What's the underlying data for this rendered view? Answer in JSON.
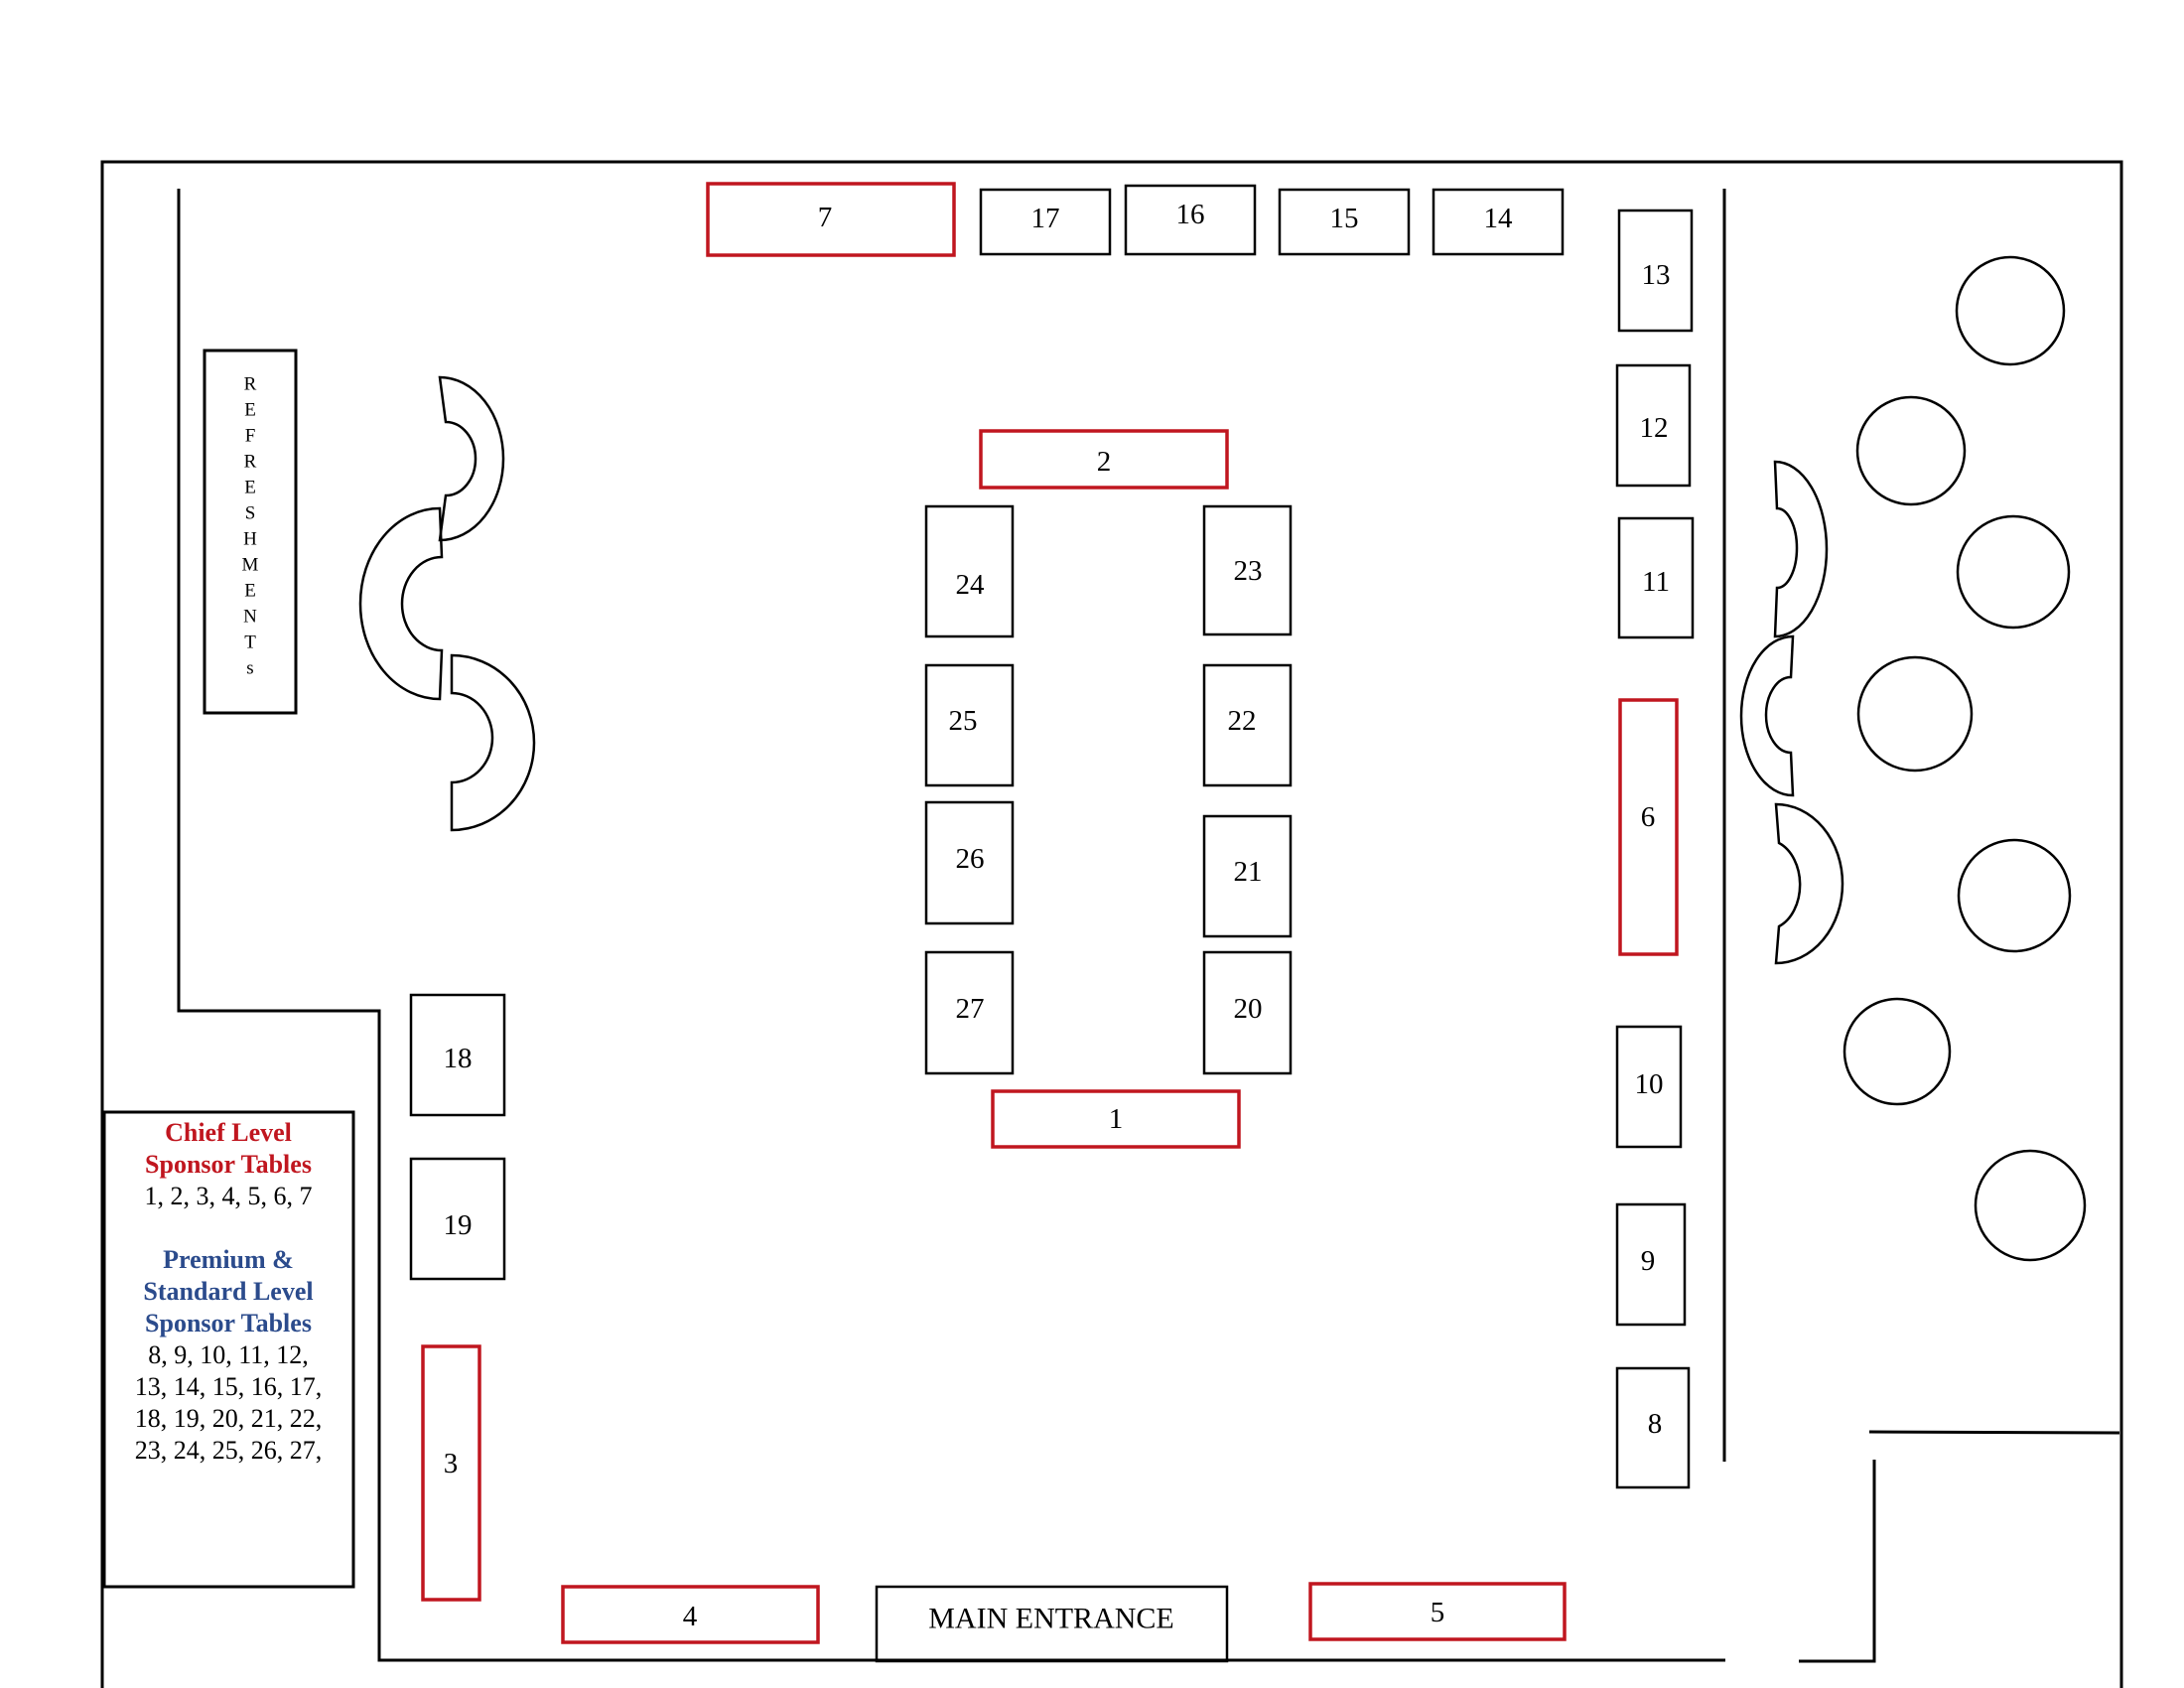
{
  "legend": {
    "chief_title_1": "Chief Level",
    "chief_title_2": "Sponsor Tables",
    "chief_tables": "1, 2, 3, 4, 5, 6, 7",
    "premium_title_1": "Premium &",
    "premium_title_2": "Standard Level",
    "premium_title_3": "Sponsor Tables",
    "premium_tables_1": "8, 9, 10, 11, 12,",
    "premium_tables_2": "13, 14, 15, 16, 17,",
    "premium_tables_3": "18, 19, 20, 21, 22,",
    "premium_tables_4": "23, 24, 25, 26, 27,"
  },
  "refreshments": {
    "letters": [
      "R",
      "E",
      "F",
      "R",
      "E",
      "S",
      "H",
      "M",
      "E",
      "N",
      "T",
      "s"
    ]
  },
  "entrance_label": "MAIN ENTRANCE",
  "colors": {
    "chief": "#c0161f",
    "premium": "#2b4b8c",
    "standard_outline": "#000000"
  },
  "tables": {
    "t1": "1",
    "t2": "2",
    "t3": "3",
    "t4": "4",
    "t5": "5",
    "t6": "6",
    "t7": "7",
    "t8": "8",
    "t9": "9",
    "t10": "10",
    "t11": "11",
    "t12": "12",
    "t13": "13",
    "t14": "14",
    "t15": "15",
    "t16": "16",
    "t17": "17",
    "t18": "18",
    "t19": "19",
    "t20": "20",
    "t21": "21",
    "t22": "22",
    "t23": "23",
    "t24": "24",
    "t25": "25",
    "t26": "26",
    "t27": "27"
  }
}
